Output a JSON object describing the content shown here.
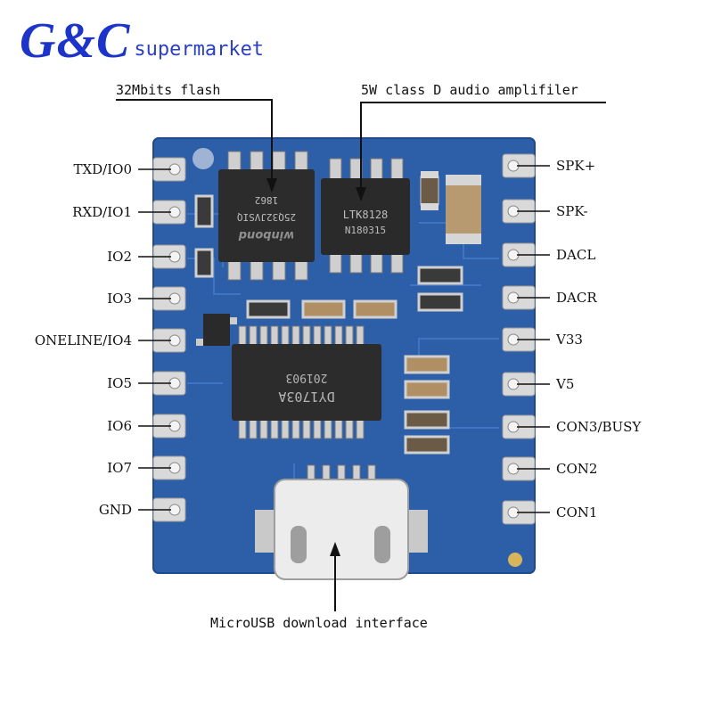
{
  "brand": {
    "logo": "G&C",
    "word": "supermarket"
  },
  "callouts": {
    "flash": "32Mbits flash",
    "amp": "5W class D audio amplifiler",
    "usb": "MicroUSB download interface"
  },
  "left_pins": [
    "TXD/IO0",
    "RXD/IO1",
    "IO2",
    "IO3",
    "ONELINE/IO4",
    "IO5",
    "IO6",
    "IO7",
    "GND"
  ],
  "right_pins": [
    "SPK+",
    "SPK-",
    "DACL",
    "DACR",
    "V33",
    "V5",
    "CON3/BUSY",
    "CON2",
    "CON1"
  ],
  "chips": {
    "flash_brand": "winbond",
    "flash_part": "25Q32JVSIQ",
    "flash_code": "1862",
    "amp_part": "LTK8128",
    "amp_code": "N180315",
    "main_part": "DY1703A",
    "main_code": "201903"
  },
  "colors": {
    "board": "#2d5ea8",
    "brand": "#1c35c8"
  }
}
